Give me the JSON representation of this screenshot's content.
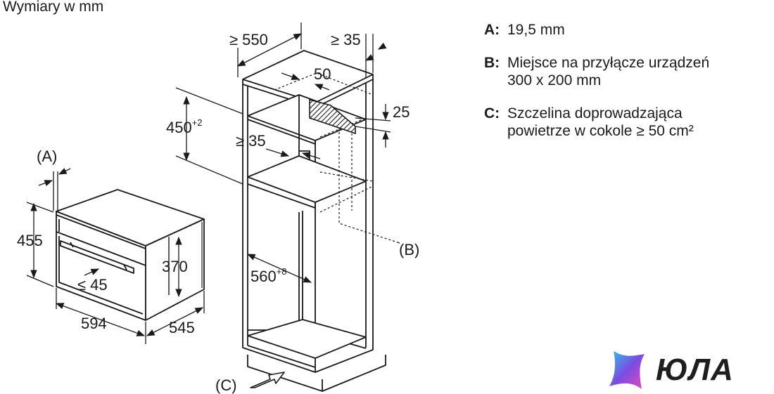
{
  "header": {
    "units_note": "Wymiary w mm"
  },
  "dimensions": {
    "oven_bezel": "(A)",
    "oven_height": "455",
    "oven_inner_height": "370",
    "oven_gap": "≤ 45",
    "oven_width": "594",
    "oven_depth": "545",
    "cabinet_depth": "≥ 550",
    "rear_gap": "≥ 35",
    "vent_50": "50",
    "vent_25": "25",
    "niche_height": "450",
    "niche_height_tol": "+2",
    "shelf_gap": "≥ 35",
    "niche_width": "560",
    "niche_width_tol": "+8",
    "connection_marker": "(B)",
    "plinth_marker": "(C)"
  },
  "legend": [
    {
      "key": "A:",
      "lines": [
        "19,5 mm"
      ]
    },
    {
      "key": "B:",
      "lines": [
        "Miejsce na przyłącze urządzeń",
        "300 x 200 mm"
      ]
    },
    {
      "key": "C:",
      "lines": [
        "Szczelina doprowadzająca",
        "powietrze w cokole ≥ 50 cm²"
      ]
    }
  ],
  "logo": {
    "text": "ЮЛА",
    "colors": [
      "#2ec5f0",
      "#7b4ce0",
      "#e84bb8"
    ]
  }
}
